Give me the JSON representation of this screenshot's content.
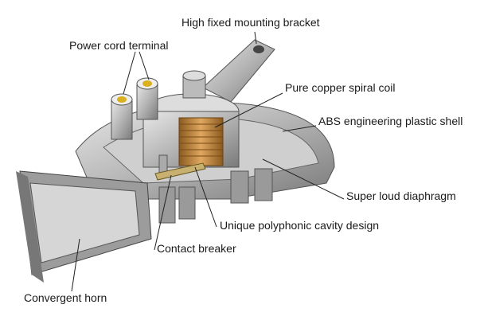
{
  "diagram": {
    "labels": {
      "bracket": "High fixed mounting bracket",
      "terminal": "Power cord terminal",
      "coil": "Pure copper spiral coil",
      "shell": "ABS engineering plastic shell",
      "diaphragm": "Super loud diaphragm",
      "cavity": "Unique polyphonic cavity design",
      "breaker": "Contact breaker",
      "horn": "Convergent horn"
    }
  }
}
